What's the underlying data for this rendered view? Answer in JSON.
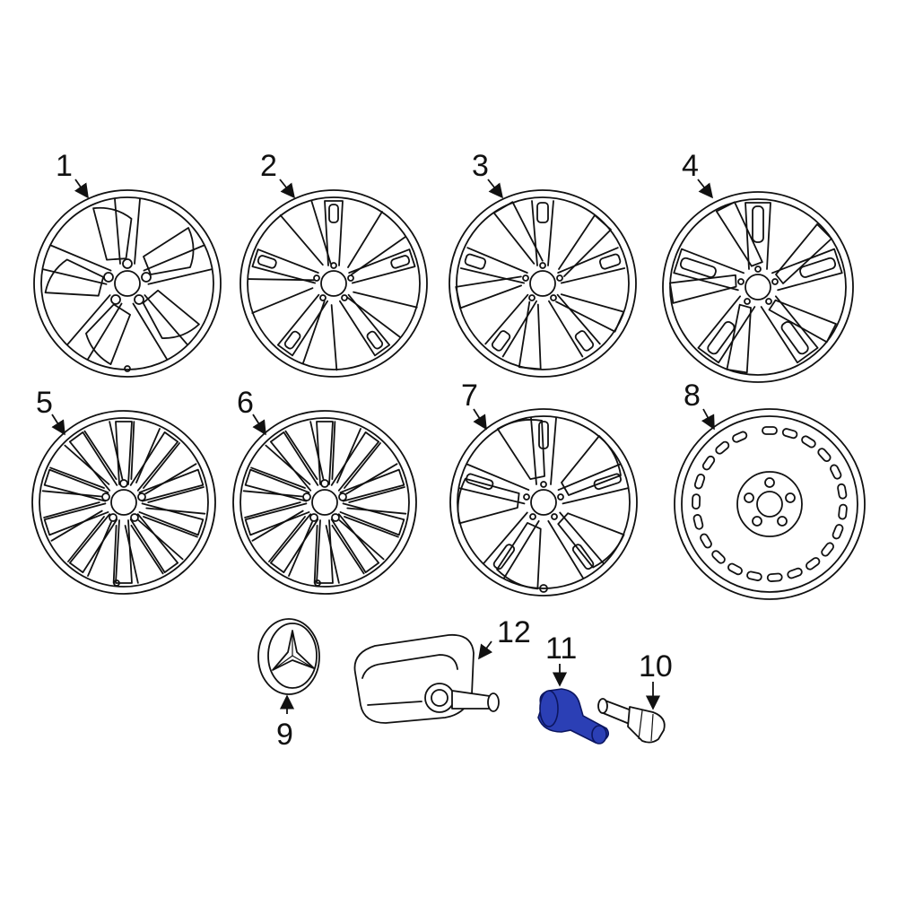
{
  "diagram": {
    "callouts": [
      "1",
      "2",
      "3",
      "4",
      "5",
      "6",
      "7",
      "8",
      "9",
      "10",
      "11",
      "12"
    ],
    "highlight_color": "#2b3fb5",
    "line_color": "#111111",
    "background": "#ffffff",
    "highlighted_part": "11"
  }
}
